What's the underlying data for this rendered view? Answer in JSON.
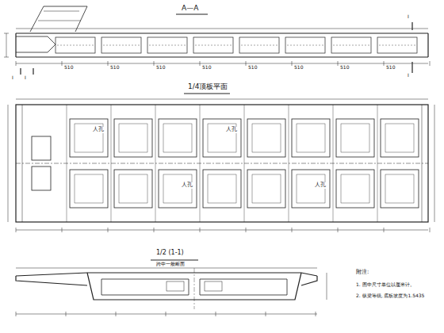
{
  "diagram": {
    "labels": [
      "A—A",
      "I",
      "I",
      "I",
      "I",
      "1/4顶板平面",
      "人孔",
      "人孔",
      "人孔",
      "人孔",
      "1/2 (1-1)",
      "跨中一般断面",
      "附注:",
      "1. 图中尺寸单位以厘米计。",
      "2. 纵梁等级, 底板坡度为1.5435",
      "510",
      "510",
      "510",
      "510",
      "510",
      "510",
      "510",
      "510"
    ]
  }
}
